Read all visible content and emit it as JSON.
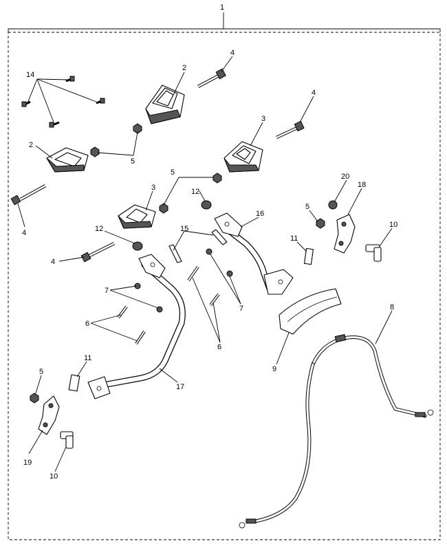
{
  "callouts": {
    "assembly": "1",
    "bracket_top": "2",
    "bracket_left": "2",
    "mount_right": "3",
    "mount_center": "3",
    "bolt_top": "4",
    "bolt_right": "4",
    "bolt_left": "4",
    "bolt_lower": "4",
    "nut_top": "5",
    "nut_mid": "5",
    "nut_right": "5",
    "nut_lower_left": "5",
    "pins": "6",
    "pins_mid": "6",
    "washers_left": "7",
    "washers_mid": "7",
    "cable": "8",
    "guard": "9",
    "screw_right": "10",
    "screw_lower": "10",
    "clip_right": "11",
    "clip_lower": "11",
    "bush_left": "12",
    "bush_right": "12",
    "screws_small": "14",
    "clips_long": "15",
    "arm_right": "16",
    "arm_left": "17",
    "lever_right": "18",
    "lever_left": "19",
    "cap_right": "20"
  }
}
